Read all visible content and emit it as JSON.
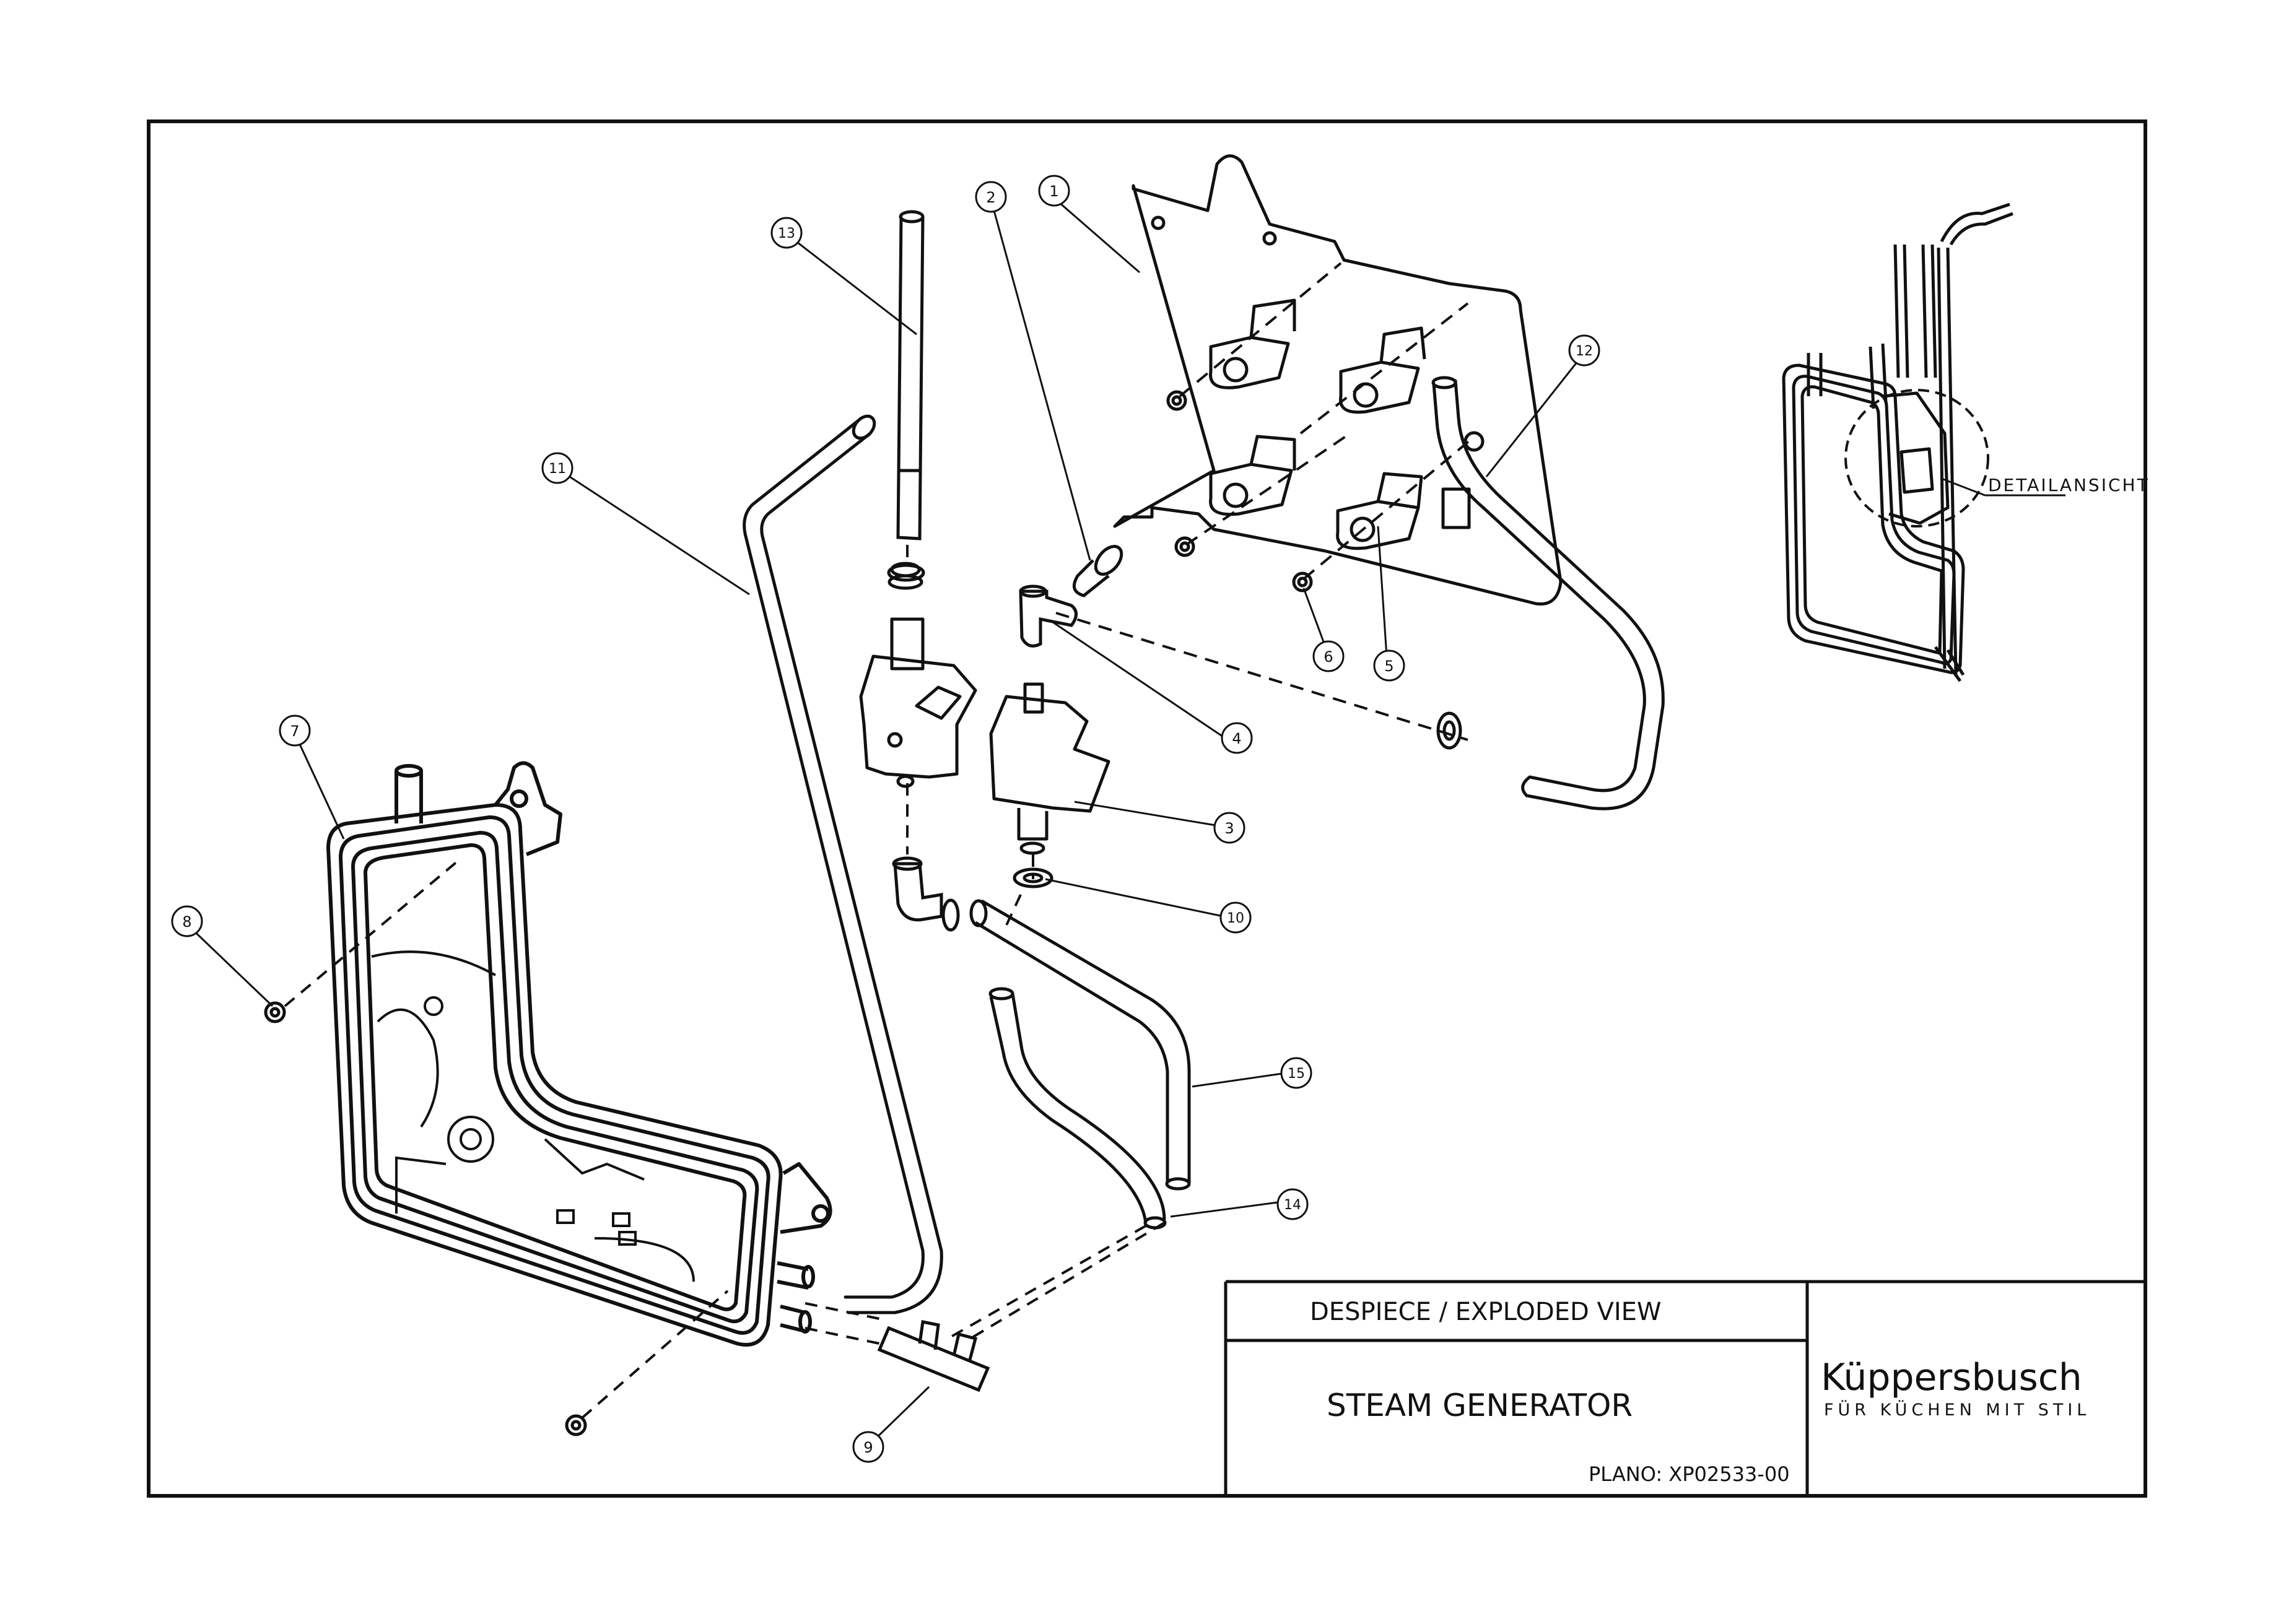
{
  "title_block": {
    "header": "DESPIECE / EXPLODED VIEW",
    "part_name": "STEAM GENERATOR",
    "plan_number": "PLANO: XP02533-00"
  },
  "brand": {
    "logo": "Küppersbusch",
    "tagline": "FÜR KÜCHEN MIT STIL"
  },
  "detail_label": "DETAILANSICHT",
  "callouts": [
    "1",
    "2",
    "3",
    "4",
    "5",
    "6",
    "7",
    "8",
    "9",
    "10",
    "11",
    "12",
    "13",
    "14",
    "15"
  ],
  "colors": {
    "line": "#111111",
    "background": "#ffffff"
  }
}
